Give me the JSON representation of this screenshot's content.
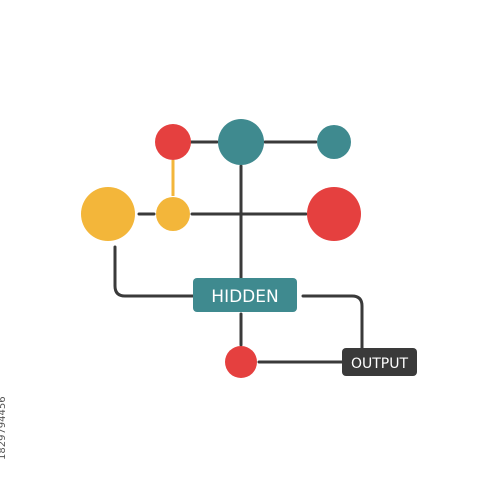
{
  "colors": {
    "red": "#e5403f",
    "teal": "#3f8a8f",
    "yellow": "#f3b63a",
    "dark": "#3a3a3a",
    "white": "#ffffff"
  },
  "labels": {
    "hidden": "HIDDEN",
    "output": "OUTPUT"
  },
  "watermark": "1829794456"
}
